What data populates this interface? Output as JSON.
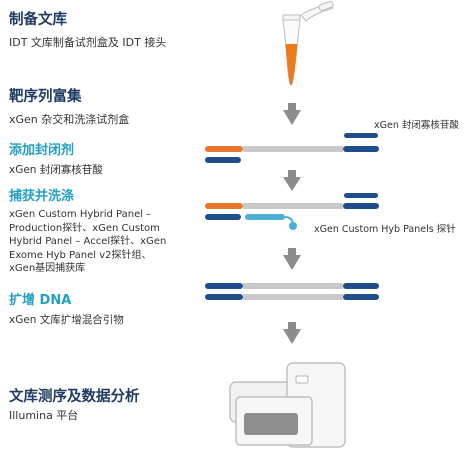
{
  "steps": {
    "library_prep": {
      "title": "制备文库",
      "desc": "IDT 文库制备试剂盒及 IDT 接头"
    },
    "target_enrichment": {
      "title": "靶序列富集",
      "desc": "xGen 杂交和洗涤试剂盒"
    },
    "add_blockers": {
      "title": "添加封闭剂",
      "desc": "xGen 封闭寡核苷酸"
    },
    "capture_wash": {
      "title": "捕获并洗涤",
      "desc_lines": [
        "xGen Custom Hybrid Panel –",
        "Production探针、xGen Custom",
        "Hybrid Panel – Accel探针、xGen",
        "Exome Hyb Panel v2探针组、",
        "xGen基因捕获库"
      ]
    },
    "amplify": {
      "title": "扩增 DNA",
      "desc": "xGen 文库扩增混合引物"
    },
    "sequencing": {
      "title": "文库测序及数据分析",
      "desc": "Illumina 平台"
    }
  },
  "diagram": {
    "blocker_label": "xGen 封闭寡核苷酸",
    "probe_label": "xGen Custom Hyb Panels 探针",
    "colors": {
      "orange": "#e8772e",
      "navy": "#1f4e8c",
      "gray": "#c9c9c9",
      "arrow": "#8c8c8c",
      "probe": "#4bb0d8",
      "tube": "#ee7a1e"
    }
  }
}
